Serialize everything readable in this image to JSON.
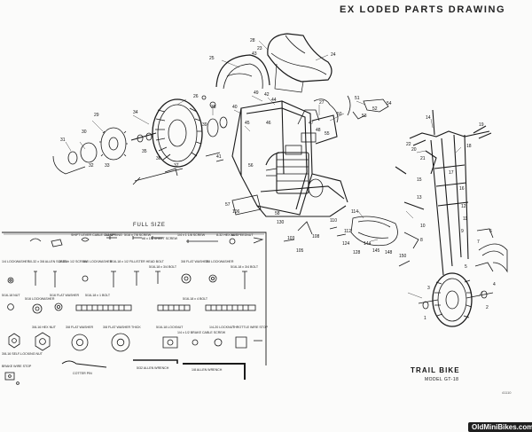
{
  "heading": "EX  LODED PARTS DRAWING",
  "full_size": "FULL SIZE",
  "footer": {
    "product": "TRAIL BIKE",
    "model": "MODEL GT-18",
    "doc_number": "41110"
  },
  "watermark": "OldMiniBikes.com",
  "callouts": [
    "28",
    "23",
    "43",
    "24",
    "49",
    "25",
    "26",
    "27",
    "29",
    "30",
    "31",
    "32",
    "33",
    "34",
    "35",
    "36",
    "37",
    "38",
    "39",
    "40",
    "41",
    "42",
    "44",
    "45",
    "46",
    "47",
    "48",
    "50",
    "51",
    "52",
    "53",
    "54",
    "55",
    "56",
    "57",
    "58",
    "14",
    "20",
    "21",
    "22",
    "19",
    "18",
    "17",
    "16",
    "15",
    "13",
    "12",
    "11",
    "10",
    "9",
    "8",
    "7",
    "6",
    "5",
    "4",
    "3",
    "2",
    "1",
    "144",
    "145",
    "148",
    "150",
    "106",
    "108",
    "110",
    "112",
    "114",
    "103",
    "105",
    "124",
    "128",
    "130"
  ],
  "hardware_labels": [
    "SHIFT LEVER CABLE CLAMP",
    "3/8 SPRING",
    "5/16 x 7/8 SCREW",
    "#8 x 1/2 SHEET SCREW",
    "1/4 x 1 1/8 SCREW",
    "8-32 HEX NUT",
    "3/8 SPEEDNUT",
    "1/4 LOCKWASHER",
    "10-32 x 3/8 ALLEN SCREW",
    "10-32 x 1/2 SCREW",
    "#10 LOCKWASHER",
    "5/16-18 x 1/2 FILLISTER HEAD BOLT",
    "5/16-18 x 3/4 BOLT",
    "3/8 FLAT WASHER",
    "3/8 LOCKWASHER",
    "5/16-18 x 3/4 BOLT",
    "5/16-18 NUT",
    "5/16 LOCKWASHER",
    "5/16 FLAT WASHER",
    "5/16-18 x 1 BOLT",
    "5/16-18 x 4 BOLT",
    "3/8-16 HEX NUT",
    "3/8 FLAT WASHER",
    "3/8 FLAT WASHER THICK",
    "5/16-18 LOCKNUT",
    "1/4 x 1/2 BRAKE CABLE SCREW",
    "1/4-20 LOCKNUT",
    "THROTTLE WIRE STOP",
    "3/8-16 SELF-LOCKING NUT",
    "BRAKE WIRE STOP",
    "COTTER PIN",
    "5/32 ALLEN WRENCH",
    "1/8 ALLEN WRENCH"
  ]
}
